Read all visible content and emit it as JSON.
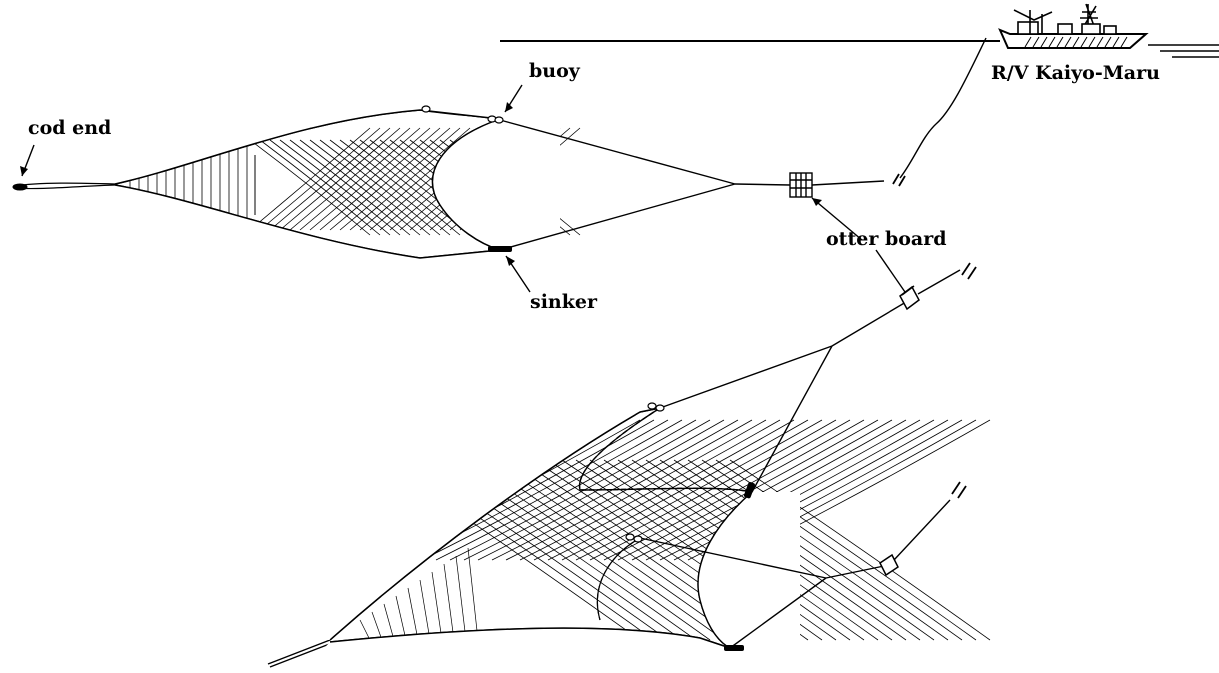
{
  "labels": {
    "vessel": "R/V Kaiyo-Maru",
    "cod_end": "cod end",
    "buoy": "buoy",
    "sinker": "sinker",
    "otter_board": "otter board"
  },
  "colors": {
    "ink": "#000000",
    "background": "#ffffff"
  }
}
